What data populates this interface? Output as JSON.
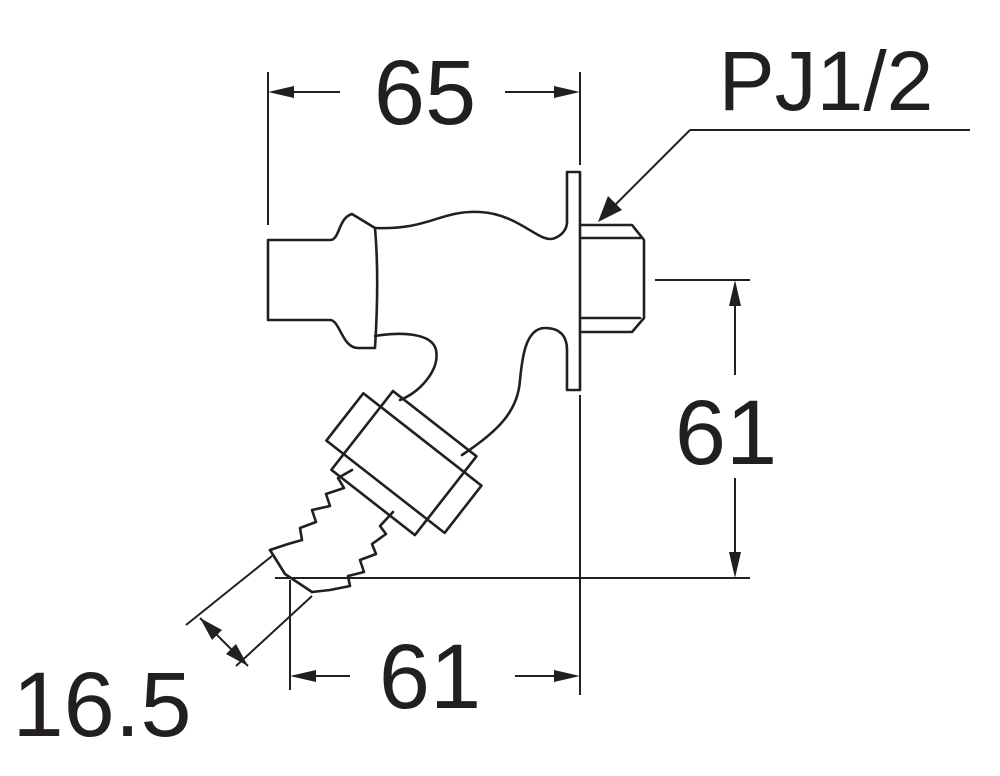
{
  "dimensions": {
    "width_top": "65",
    "thread_spec": "PJ1/2",
    "height_right": "61",
    "width_bottom": "61",
    "hose_diameter": "16.5"
  },
  "colors": {
    "line": "#231f20",
    "background": "#ffffff"
  }
}
